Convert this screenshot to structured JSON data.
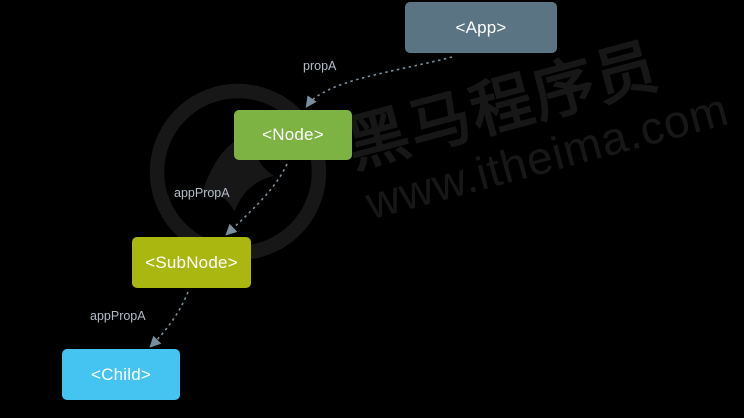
{
  "colors": {
    "background": "#000000",
    "app": "#5b7484",
    "node": "#7cb342",
    "subnode": "#aab711",
    "child": "#45c4f2",
    "edge": "#7a8f9e",
    "label": "#b3bcc8"
  },
  "nodes": {
    "app": "<App>",
    "node": "<Node>",
    "subnode": "<SubNode>",
    "child": "<Child>"
  },
  "edges": [
    {
      "from": "app",
      "to": "node",
      "label": "propA"
    },
    {
      "from": "node",
      "to": "subnode",
      "label": "appPropA"
    },
    {
      "from": "subnode",
      "to": "child",
      "label": "appPropA"
    }
  ],
  "watermark": {
    "brand": "黑马程序员",
    "url": "www.itheima.com"
  }
}
